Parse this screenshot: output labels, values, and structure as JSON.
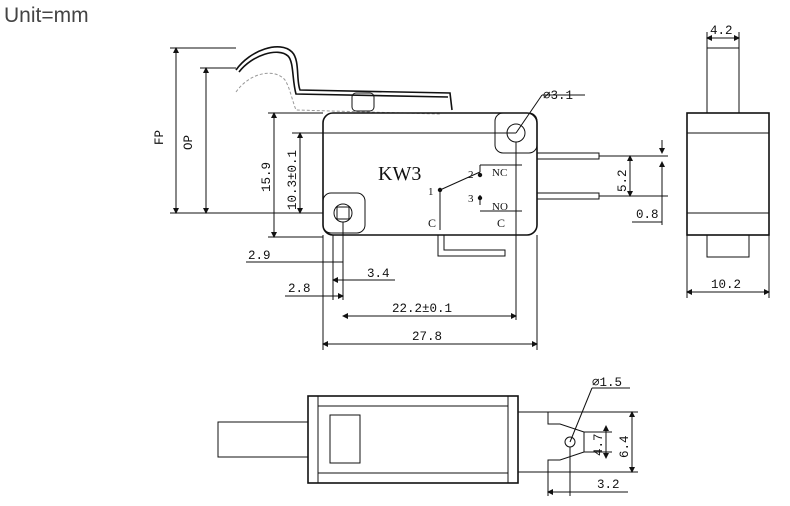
{
  "unit_label": "Unit=mm",
  "front_view": {
    "model": "KW3",
    "pins": {
      "nc_num": "2",
      "nc": "NC",
      "com_num": "1",
      "no_num": "3",
      "no": "NO",
      "c_left": "C",
      "c_right": "C"
    },
    "dims": {
      "hole_dia": "⌀3.1",
      "fp": "FP",
      "op": "OP",
      "h_159": "15.9",
      "h_103": "10.3±0.1",
      "d_29": "2.9",
      "d_34": "3.4",
      "d_28": "2.8",
      "d_222": "22.2±0.1",
      "d_278": "27.8",
      "d_52": "5.2",
      "d_08": "0.8"
    }
  },
  "side_view": {
    "dims": {
      "d_42": "4.2",
      "d_102": "10.2"
    }
  },
  "top_view": {
    "dims": {
      "hole_dia": "⌀1.5",
      "d_47": "4.7",
      "d_64": "6.4",
      "d_32": "3.2"
    }
  }
}
